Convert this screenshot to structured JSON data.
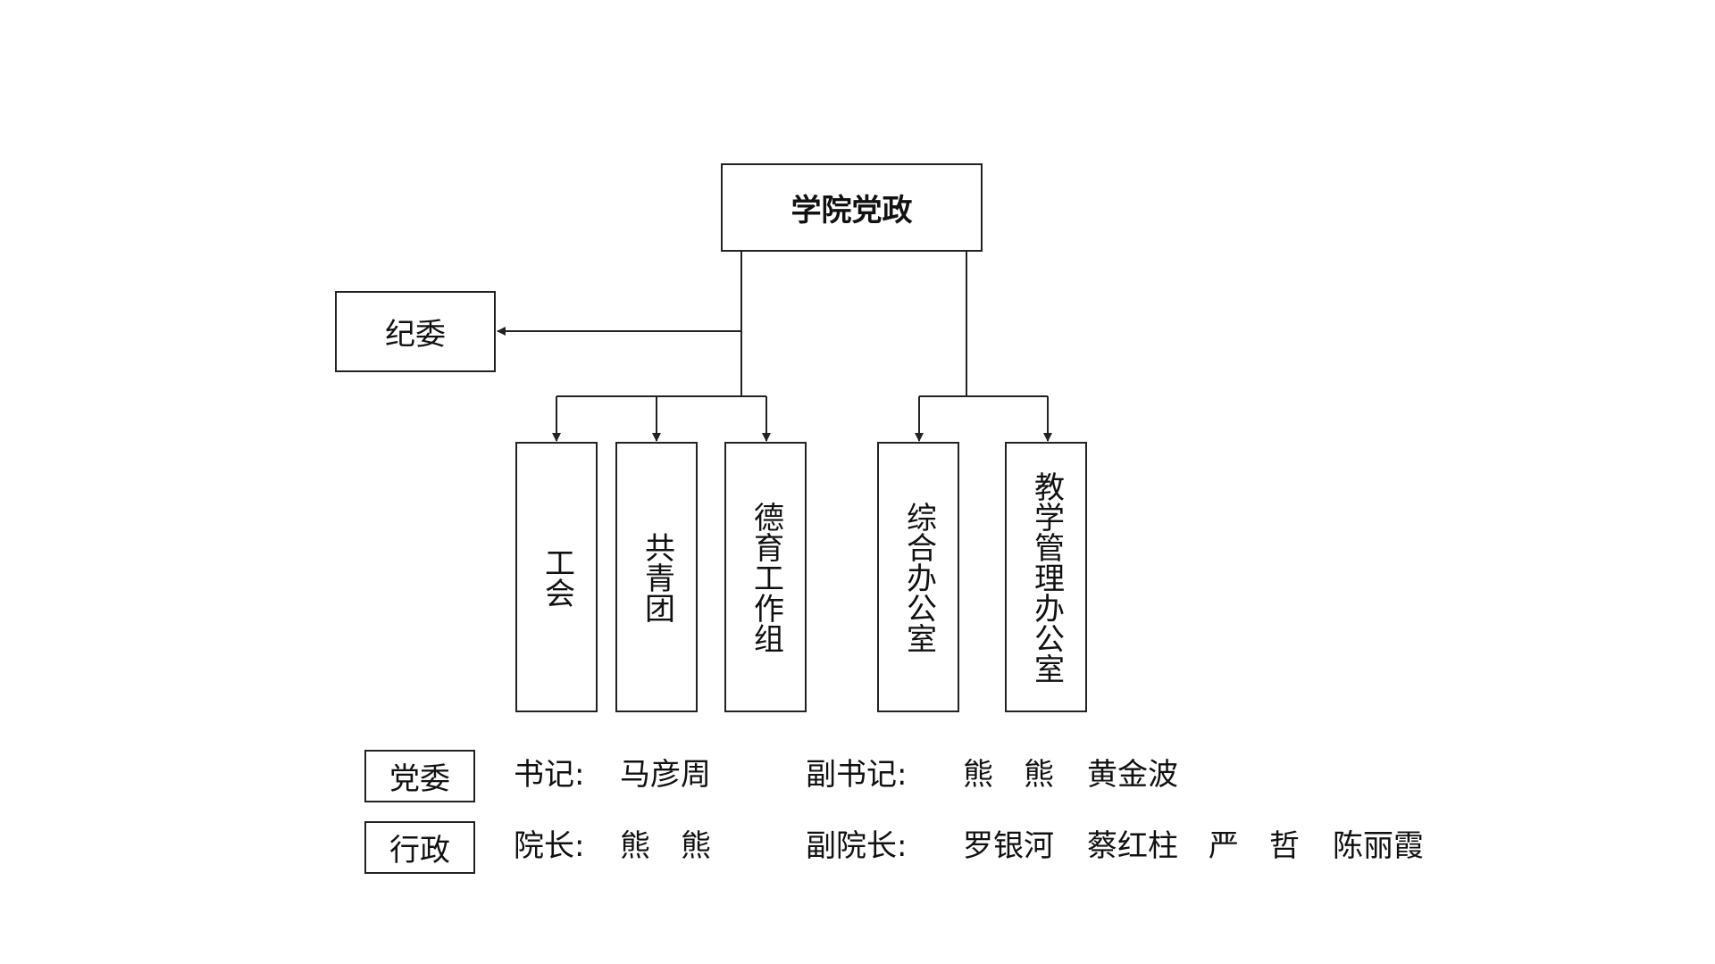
{
  "org": {
    "top": "学院党政",
    "side": "纪委",
    "units_left": [
      "工会",
      "共青团",
      "德育工作组"
    ],
    "units_right": [
      "综合办公室",
      "教学管理办公室"
    ]
  },
  "leadership": {
    "party": {
      "tag": "党委",
      "head_title": "书记:",
      "head": "马彦周",
      "deputy_title": "副书记:",
      "deputies": [
        "熊　熊",
        "黄金波"
      ]
    },
    "admin": {
      "tag": "行政",
      "head_title": "院长:",
      "head": "熊　熊",
      "deputy_title": "副院长:",
      "deputies": [
        "罗银河",
        "蔡红柱",
        "严　哲",
        "陈丽霞"
      ]
    }
  },
  "colors": {
    "line": "#222222",
    "text": "#111111",
    "background": "#ffffff"
  }
}
